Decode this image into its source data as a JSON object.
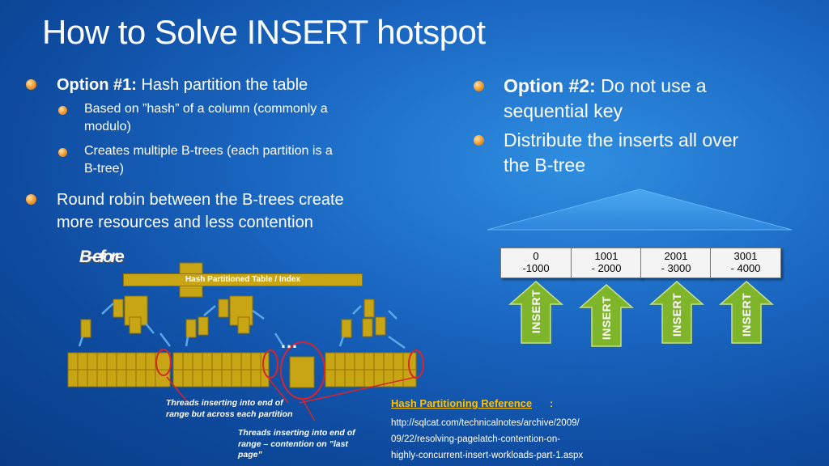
{
  "title": "How to Solve INSERT hotspot",
  "left": {
    "option1_bold": "Option #1:",
    "option1_text": " Hash partition the table",
    "sub1_line1": "Based on ”hash” of a column (commonly a",
    "sub1_line2": "modulo)",
    "sub2_line1": "Creates multiple B-trees (each partition is a",
    "sub2_line2": "B-tree)",
    "bullet3_line1": "Round robin between the B-trees create",
    "bullet3_line2": "more resources and less contention"
  },
  "right": {
    "option2_bold": "Option #2:",
    "option2_text": " Do not use a",
    "option2_line2": "sequential key",
    "bullet2_line1": "Distribute the inserts all over",
    "bullet2_line2": "the B-tree"
  },
  "partitions": [
    {
      "top": "0",
      "bottom": "-1000"
    },
    {
      "top": "1001",
      "bottom": "- 2000"
    },
    {
      "top": "2001",
      "bottom": "- 3000"
    },
    {
      "top": "3001",
      "bottom": "- 4000"
    }
  ],
  "insert_label": "INSERT",
  "diagram": {
    "logo": "B-efore",
    "table_label": "Hash Partitioned Table / Index",
    "ellipsis": "…"
  },
  "notes": {
    "note1_line1": "Threads inserting into end of",
    "note1_line2": "range but across each partition",
    "note2_line1": "Threads inserting into end of",
    "note2_line2": "range – contention on ”last",
    "note2_line3": "page”"
  },
  "reference": {
    "title": "Hash Partitioning Reference",
    "colon": ":",
    "url_line1": "http://sqlcat.com/technicalnotes/archive/2009/",
    "url_line2": "09/22/resolving-pagelatch-contention-on-",
    "url_line3": "highly-concurrent-insert-workloads-part-1.aspx"
  },
  "colors": {
    "accent_orange": "#f3a43c",
    "arrow_green": "#7fb52a",
    "page_gold": "#c8a514",
    "reference_gold": "#ffc000",
    "highlight_red": "#d8242b"
  }
}
